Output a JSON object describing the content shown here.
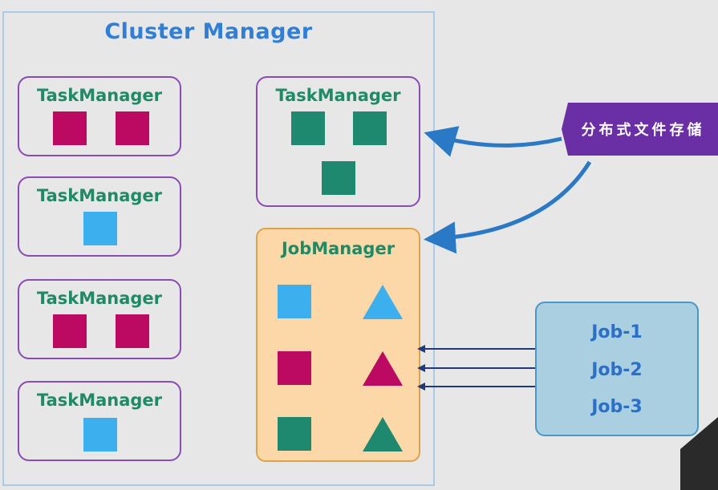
{
  "cluster": {
    "title": "Cluster Manager"
  },
  "task_managers": [
    {
      "label": "TaskManager",
      "slots": [
        "magenta",
        "magenta"
      ]
    },
    {
      "label": "TaskManager",
      "slots": [
        "blue"
      ]
    },
    {
      "label": "TaskManager",
      "slots": [
        "magenta",
        "magenta"
      ]
    },
    {
      "label": "TaskManager",
      "slots": [
        "blue"
      ]
    },
    {
      "label": "TaskManager",
      "slots": [
        "green",
        "green",
        "green"
      ]
    }
  ],
  "job_manager": {
    "label": "JobManager",
    "rows": [
      {
        "square": "blue",
        "triangle": "blue"
      },
      {
        "square": "magenta",
        "triangle": "magenta"
      },
      {
        "square": "green",
        "triangle": "green"
      }
    ]
  },
  "storage": {
    "label": "分布式文件存储"
  },
  "jobs": {
    "items": [
      "Job-1",
      "Job-2",
      "Job-3"
    ]
  },
  "colors": {
    "magenta": "#bc0a62",
    "green": "#1f8970",
    "blue": "#3cb0ef",
    "task_border": "#8b4bb6",
    "storage_bg": "#6b2fa5",
    "arrow_curve": "#2a79c6",
    "arrow_job": "#1f3a78"
  }
}
